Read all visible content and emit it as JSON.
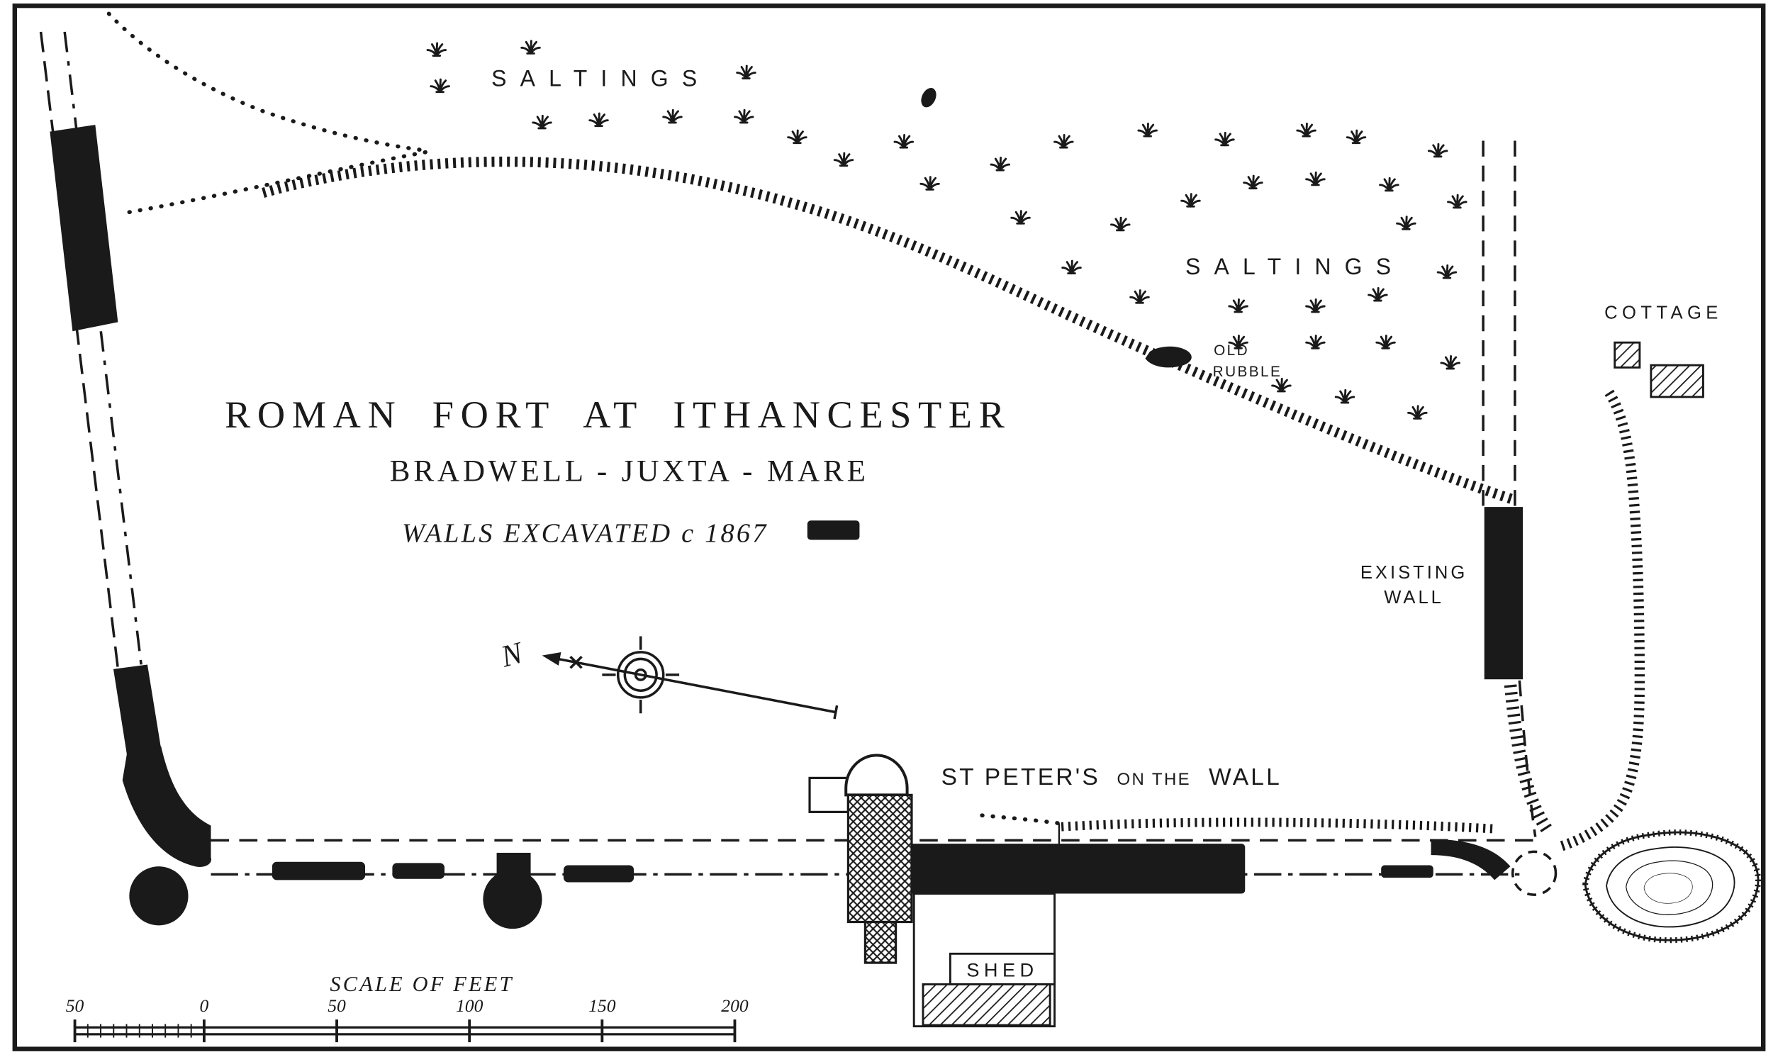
{
  "title": "ROMAN FORT AT ITHANCESTER",
  "subtitle": "BRADWELL - JUXTA - MARE",
  "legend": {
    "label": "WALLS EXCAVATED c 1867"
  },
  "labels": {
    "saltings_top": "SALTINGS",
    "saltings_right": "SALTINGS",
    "old_rubble_1": "OLD",
    "old_rubble_2": "RUBBLE",
    "cottage": "COTTAGE",
    "existing_wall_1": "EXISTING",
    "existing_wall_2": "WALL",
    "st_peters_1": "ST PETER'S",
    "st_peters_2": "ON THE",
    "st_peters_3": "WALL",
    "shed": "SHED",
    "north": "N"
  },
  "scale": {
    "caption": "SCALE OF FEET",
    "labels": [
      "50",
      "0",
      "50",
      "100",
      "150",
      "200"
    ]
  },
  "colors": {
    "ink": "#1a1a1a",
    "paper": "#ffffff"
  }
}
